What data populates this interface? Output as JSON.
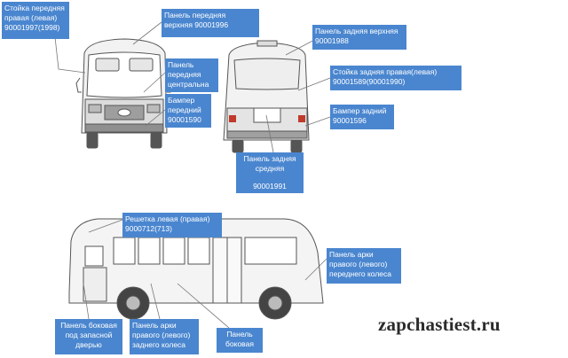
{
  "labels": {
    "front_pillar": {
      "line1": "Стойка передняя",
      "line2": "правая (левая)",
      "line3": "90001997(1998)"
    },
    "front_upper": {
      "line1": "Панель передняя",
      "line2": "верхняя 90001996"
    },
    "front_center": {
      "line1": "Панель",
      "line2": "передняя",
      "line3": "центральна"
    },
    "front_bumper": {
      "line1": "Бампер",
      "line2": "передний",
      "line3": "90001590"
    },
    "rear_upper": {
      "line1": "Панель задняя верхняя",
      "line2": "90001988"
    },
    "rear_pillar": {
      "line1": "Стойка задняя правая(левая)",
      "line2": "90001589(90001990)"
    },
    "rear_bumper": {
      "line1": "Бампер задний",
      "line2": "90001596"
    },
    "rear_middle": {
      "line1": "Панель задняя",
      "line2": "средняя",
      "line3": "90001991"
    },
    "grille": {
      "line1": "Решетка левая (правая)",
      "line2": "9000712(713)"
    },
    "front_arch": {
      "line1": "Панель арки",
      "line2": "правого (левого)",
      "line3": "переднего колеса"
    },
    "side_spare": {
      "line1": "Панель боковая",
      "line2": "под запасной",
      "line3": "дверью"
    },
    "rear_arch": {
      "line1": "Панель арки",
      "line2": "правого (левого)",
      "line3": "заднего колеса"
    },
    "side_panel": {
      "line1": "Панель",
      "line2": "боковая"
    }
  },
  "watermark": "zapchastiest.ru"
}
